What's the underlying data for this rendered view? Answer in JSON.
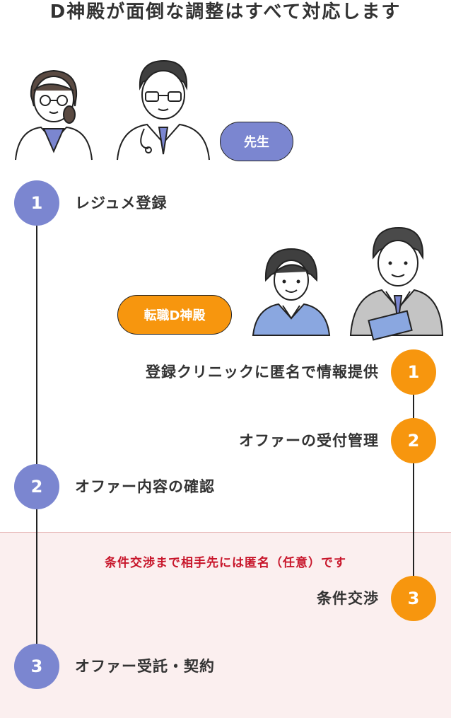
{
  "title": "D神殿が面倒な調整はすべて対応します",
  "labels": {
    "doctor": "先生",
    "agency": "転職D神殿",
    "note": "条件交渉まで相手先には匿名（任意）です"
  },
  "doctor_steps": [
    {
      "num": "1",
      "label": "レジュメ登録"
    },
    {
      "num": "2",
      "label": "オファー内容の確認"
    },
    {
      "num": "3",
      "label": "オファー受託・契約"
    }
  ],
  "agency_steps": [
    {
      "num": "1",
      "label": "登録クリニックに匿名で情報提供"
    },
    {
      "num": "2",
      "label": "オファーの受付管理"
    },
    {
      "num": "3",
      "label": "条件交渉"
    }
  ],
  "colors": {
    "doctor": "#7b86d0",
    "agency": "#f7960e",
    "note": "#c8162b",
    "band": "#fbefef"
  },
  "icons": [
    "female-doctor-icon",
    "male-doctor-icon",
    "female-staff-icon",
    "male-staff-icon"
  ]
}
